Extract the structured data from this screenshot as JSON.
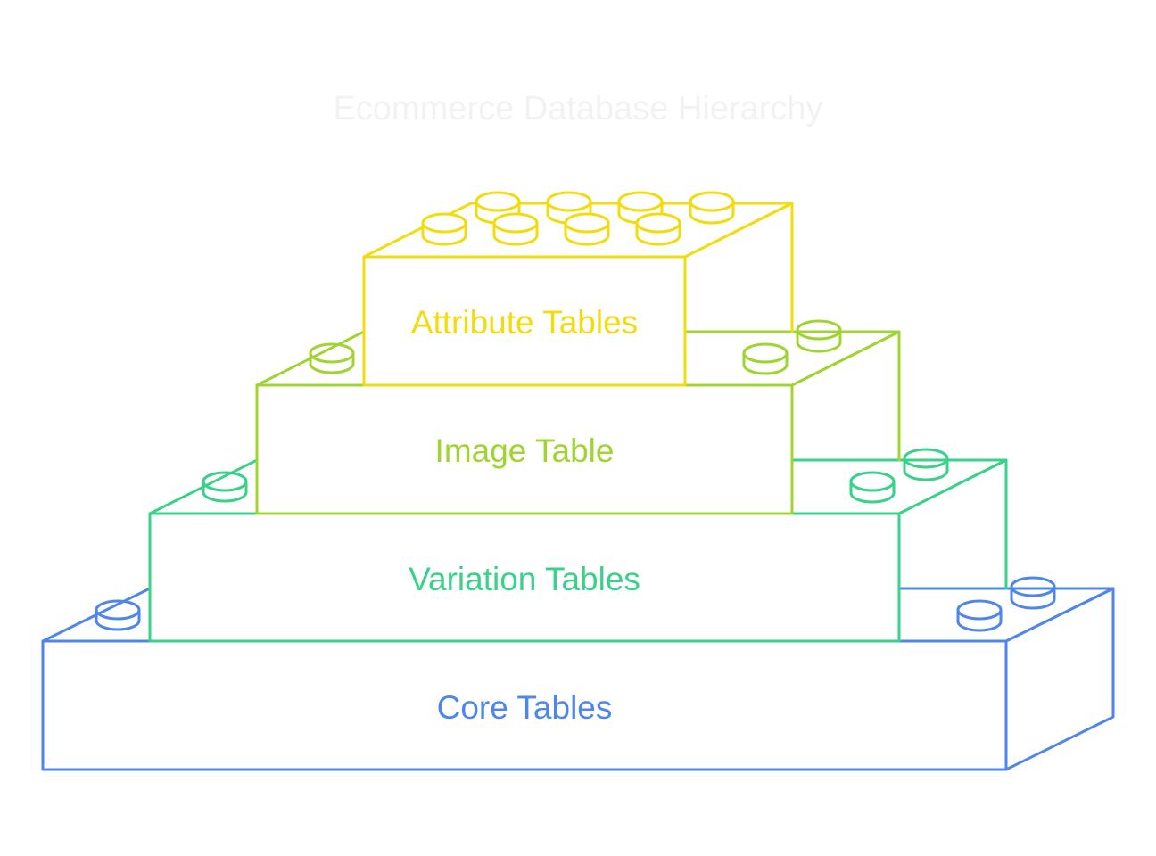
{
  "title": "Ecommerce Database Hierarchy",
  "blocks": [
    {
      "label": "Core Tables",
      "color": "#4f86ec"
    },
    {
      "label": "Variation Tables",
      "color": "#3ad18a"
    },
    {
      "label": "Image Table",
      "color": "#9fd431"
    },
    {
      "label": "Attribute Tables",
      "color": "#f2dc10"
    }
  ]
}
